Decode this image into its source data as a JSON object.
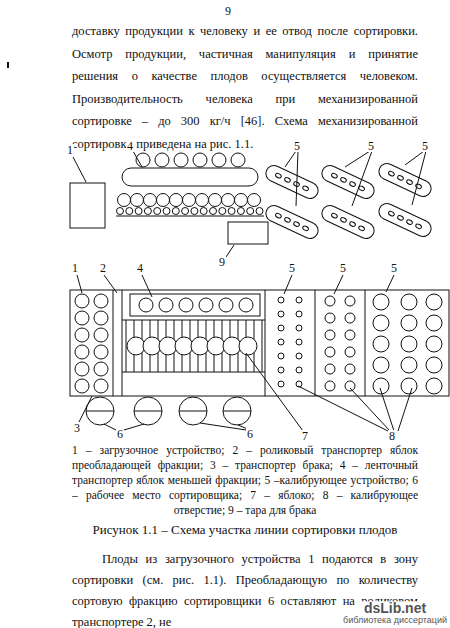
{
  "diagram": {
    "caption": "Рисунок 1.1 – Схема участка линии сортировки плодов",
    "labels": [
      "9",
      "доставку продукции к человеку и ее отвод после сортировки. Осмотр продукции, частичная манипуляция и принятие решения о качестве плодов осуществляется человеком. Производительность человека при механизированной сортировке – до 300 кг/ч [46]. Схема механизированной сортировки приведена на рис. 1.1.",
      "1",
      "4",
      "5",
      "5",
      "5",
      "9",
      "1",
      "2",
      "4",
      "5",
      "5",
      "5",
      "3",
      "6",
      "6",
      "7",
      "8",
      "1 – загрузочное устройство; 2 – роликовый транспортер яблок преобладающей фракции; 3 – транспортер брака; 4 – ленточный транспортер яблок меньшей фракции; 5 –калибрующее устройство; 6 – рабочее место сортировщика; 7 – яблоко; 8 – калибрующее отверстие; 9 – тара для брака",
      "Плоды из загрузочного устройства 1 подаются в зону сортировки (см. рис. 1.1). Преобладающую по количеству сортовую фракцию сортировщики 6 оставляют на роликовом транспортере 2, не",
      "dsLib.net",
      "библиотека диссертаций"
    ]
  }
}
